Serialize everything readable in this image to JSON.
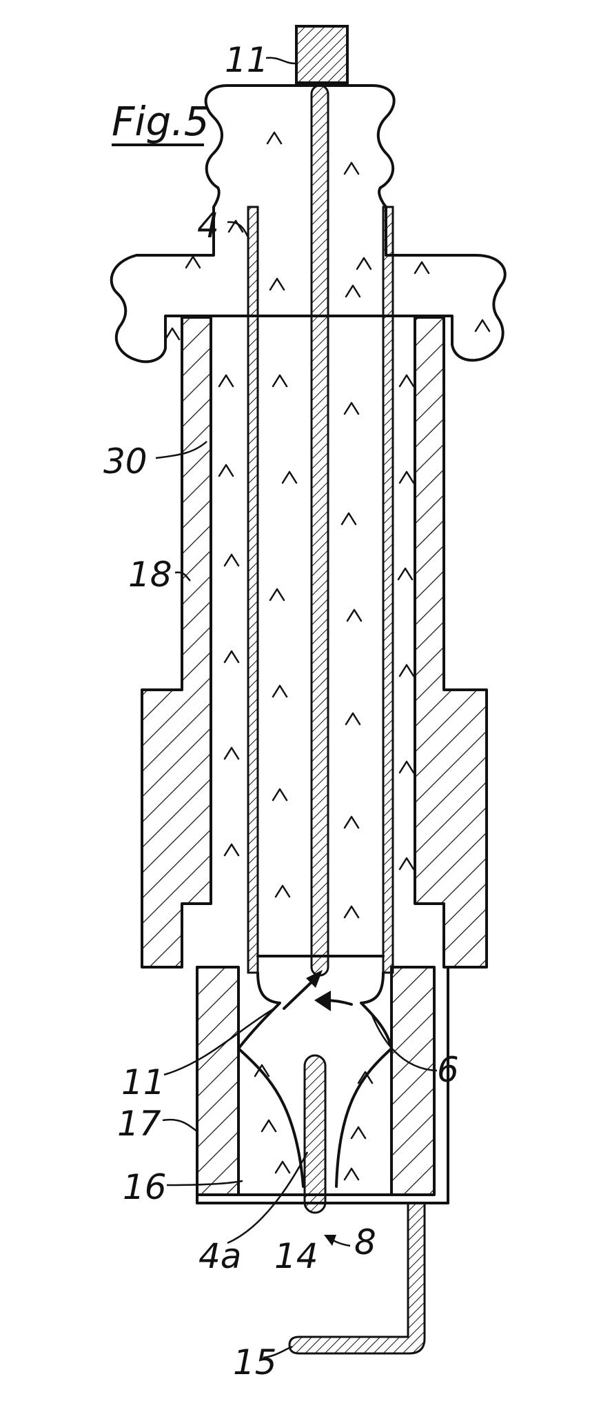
{
  "figure": {
    "title": "Fig.5",
    "labels": {
      "l11_top": "11",
      "l4": "4",
      "l30": "30",
      "l18": "18",
      "l11_mid": "11",
      "l6": "6",
      "l17": "17",
      "l16": "16",
      "l4a": "4a",
      "l14": "14",
      "l8": "8",
      "l15": "15"
    }
  }
}
